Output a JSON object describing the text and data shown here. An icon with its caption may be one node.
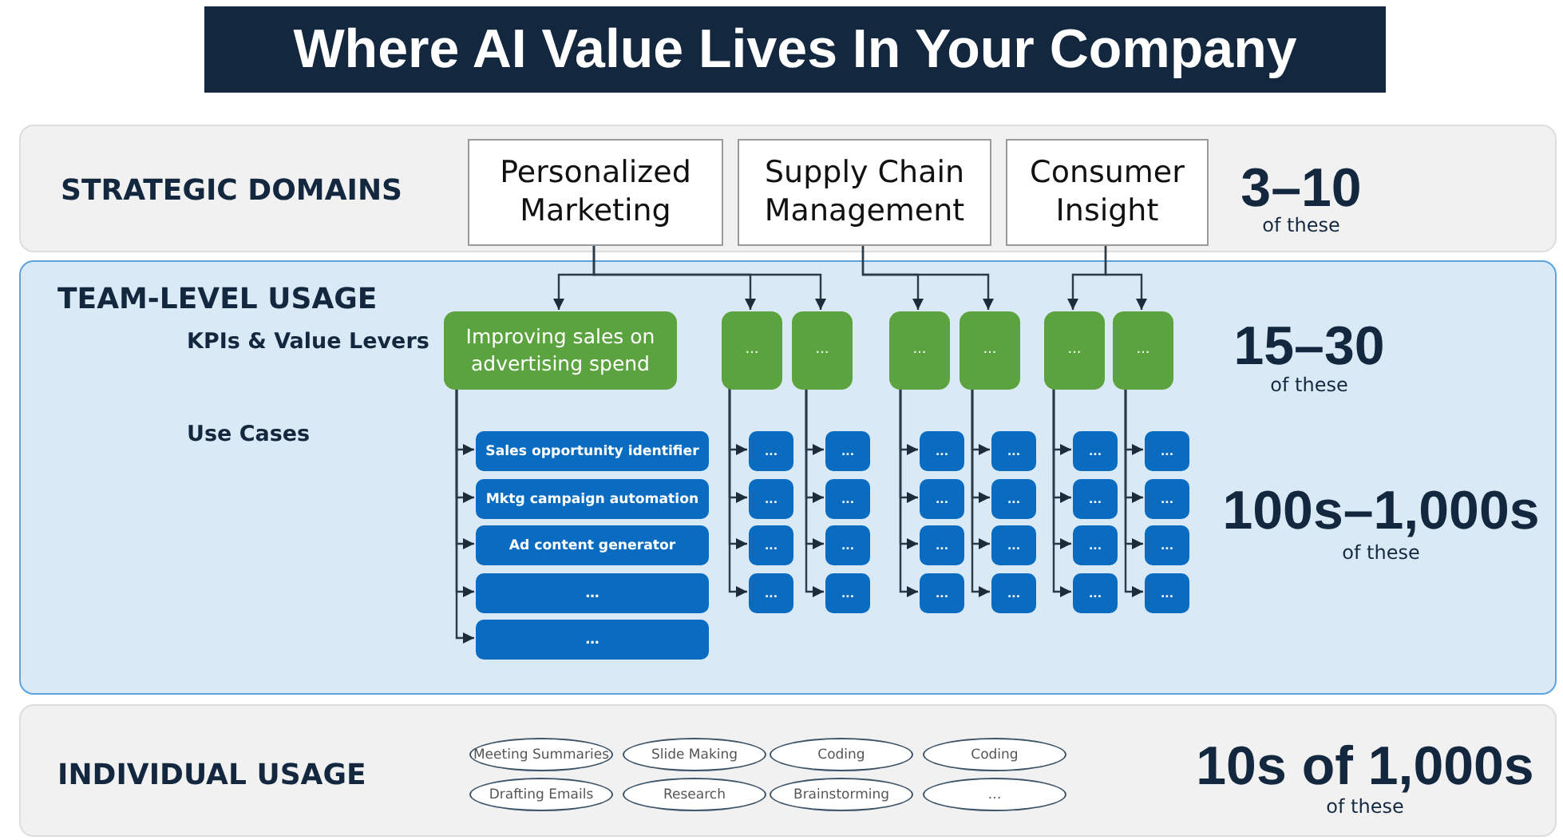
{
  "diagram": {
    "title": "Where AI Value Lives In Your Company",
    "nodes": [
      {
        "text": [
          "STRATEGIC DOMAINS"
        ]
      },
      {
        "text": [
          "Personalized Marketing"
        ],
        "in": 0
      },
      {
        "text": [
          "Supply Chain Management"
        ],
        "in": 0
      },
      {
        "text": [
          "Consumer Insight"
        ],
        "in": 0
      },
      {
        "text": [
          "TEAM-LEVEL USAGE"
        ]
      },
      {
        "text": [
          "Improving sales on advertising spend"
        ],
        "in": 4
      },
      {
        "text": [
          "..."
        ],
        "in": 4
      },
      {
        "text": [
          "..."
        ],
        "in": 4
      },
      {
        "text": [
          "..."
        ],
        "in": 4
      },
      {
        "text": [
          "..."
        ],
        "in": 4
      },
      {
        "text": [
          "..."
        ],
        "in": 4
      },
      {
        "text": [
          "..."
        ],
        "in": 4
      },
      {
        "text": [
          "Sales opportunity identifier"
        ],
        "in": 4
      },
      {
        "text": [
          "Mktg campaign automation"
        ],
        "in": 4
      },
      {
        "text": [
          "Ad content generator"
        ],
        "in": 4
      },
      {
        "text": [
          "…"
        ],
        "in": 4
      },
      {
        "text": [
          "…"
        ],
        "in": 4
      },
      {
        "text": [
          "..."
        ],
        "in": 4
      },
      {
        "text": [
          "..."
        ],
        "in": 4
      },
      {
        "text": [
          "..."
        ],
        "in": 4
      },
      {
        "text": [
          "..."
        ],
        "in": 4
      },
      {
        "text": [
          "..."
        ],
        "in": 4
      },
      {
        "text": [
          "..."
        ],
        "in": 4
      },
      {
        "text": [
          "..."
        ],
        "in": 4
      },
      {
        "text": [
          "..."
        ],
        "in": 4
      },
      {
        "text": [
          "..."
        ],
        "in": 4
      },
      {
        "text": [
          "..."
        ],
        "in": 4
      },
      {
        "text": [
          "..."
        ],
        "in": 4
      },
      {
        "text": [
          "..."
        ],
        "in": 4
      },
      {
        "text": [
          "..."
        ],
        "in": 4
      },
      {
        "text": [
          "..."
        ],
        "in": 4
      },
      {
        "text": [
          "..."
        ],
        "in": 4
      },
      {
        "text": [
          "..."
        ],
        "in": 4
      },
      {
        "text": [
          "..."
        ],
        "in": 4
      },
      {
        "text": [
          "..."
        ],
        "in": 4
      },
      {
        "text": [
          "..."
        ],
        "in": 4
      },
      {
        "text": [
          "..."
        ],
        "in": 4
      },
      {
        "text": [
          "..."
        ],
        "in": 4
      },
      {
        "text": [
          "..."
        ],
        "in": 4
      },
      {
        "text": [
          "..."
        ],
        "in": 4
      },
      {
        "text": [
          "..."
        ],
        "in": 4
      },
      {
        "text": [
          "INDIVIDUAL USAGE"
        ]
      },
      {
        "text": [
          "Meeting Summaries"
        ],
        "in": 41
      },
      {
        "text": [
          "Slide Making"
        ],
        "in": 41
      },
      {
        "text": [
          "Coding"
        ],
        "in": 41
      },
      {
        "text": [
          "Coding"
        ],
        "in": 41
      },
      {
        "text": [
          "Drafting Emails"
        ],
        "in": 41
      },
      {
        "text": [
          "Research"
        ],
        "in": 41
      },
      {
        "text": [
          "Brainstorming"
        ],
        "in": 41
      },
      {
        "text": [
          "…"
        ],
        "in": 41
      }
    ],
    "edges": [
      {
        "from": 1,
        "to": 5,
        "arrow": "to"
      },
      {
        "from": 1,
        "to": 6,
        "arrow": "to"
      },
      {
        "from": 1,
        "to": 7,
        "arrow": "to"
      },
      {
        "from": 2,
        "to": 8,
        "arrow": "to"
      },
      {
        "from": 2,
        "to": 9,
        "arrow": "to"
      },
      {
        "from": 3,
        "to": 10,
        "arrow": "to"
      },
      {
        "from": 3,
        "to": 11,
        "arrow": "to"
      },
      {
        "from": 5,
        "to": 12,
        "arrow": "to"
      },
      {
        "from": 5,
        "to": 13,
        "arrow": "to"
      },
      {
        "from": 5,
        "to": 14,
        "arrow": "to"
      },
      {
        "from": 5,
        "to": 15,
        "arrow": "to"
      },
      {
        "from": 5,
        "to": 16,
        "arrow": "to"
      },
      {
        "from": 6,
        "to": 17,
        "arrow": "to"
      },
      {
        "from": 6,
        "to": 18,
        "arrow": "to"
      },
      {
        "from": 6,
        "to": 19,
        "arrow": "to"
      },
      {
        "from": 6,
        "to": 20,
        "arrow": "to"
      },
      {
        "from": 7,
        "to": 21,
        "arrow": "to"
      },
      {
        "from": 7,
        "to": 22,
        "arrow": "to"
      },
      {
        "from": 7,
        "to": 23,
        "arrow": "to"
      },
      {
        "from": 7,
        "to": 24,
        "arrow": "to"
      },
      {
        "from": 8,
        "to": 25,
        "arrow": "to"
      },
      {
        "from": 8,
        "to": 26,
        "arrow": "to"
      },
      {
        "from": 8,
        "to": 27,
        "arrow": "to"
      },
      {
        "from": 8,
        "to": 28,
        "arrow": "to"
      },
      {
        "from": 9,
        "to": 29,
        "arrow": "to"
      },
      {
        "from": 9,
        "to": 30,
        "arrow": "to"
      },
      {
        "from": 9,
        "to": 31,
        "arrow": "to"
      },
      {
        "from": 9,
        "to": 32,
        "arrow": "to"
      },
      {
        "from": 10,
        "to": 33,
        "arrow": "to"
      },
      {
        "from": 10,
        "to": 34,
        "arrow": "to"
      },
      {
        "from": 10,
        "to": 35,
        "arrow": "to"
      },
      {
        "from": 10,
        "to": 36,
        "arrow": "to"
      },
      {
        "from": 11,
        "to": 37,
        "arrow": "to"
      },
      {
        "from": 11,
        "to": 38,
        "arrow": "to"
      },
      {
        "from": 11,
        "to": 39,
        "arrow": "to"
      },
      {
        "from": 11,
        "to": 40,
        "arrow": "to"
      }
    ],
    "labels": [
      "3–10",
      "of these",
      "KPIs & Value Levers",
      "Use Cases",
      "15–30",
      "of these",
      "100s–1,000s",
      "of these",
      "10s of 1,000s",
      "of these"
    ]
  }
}
